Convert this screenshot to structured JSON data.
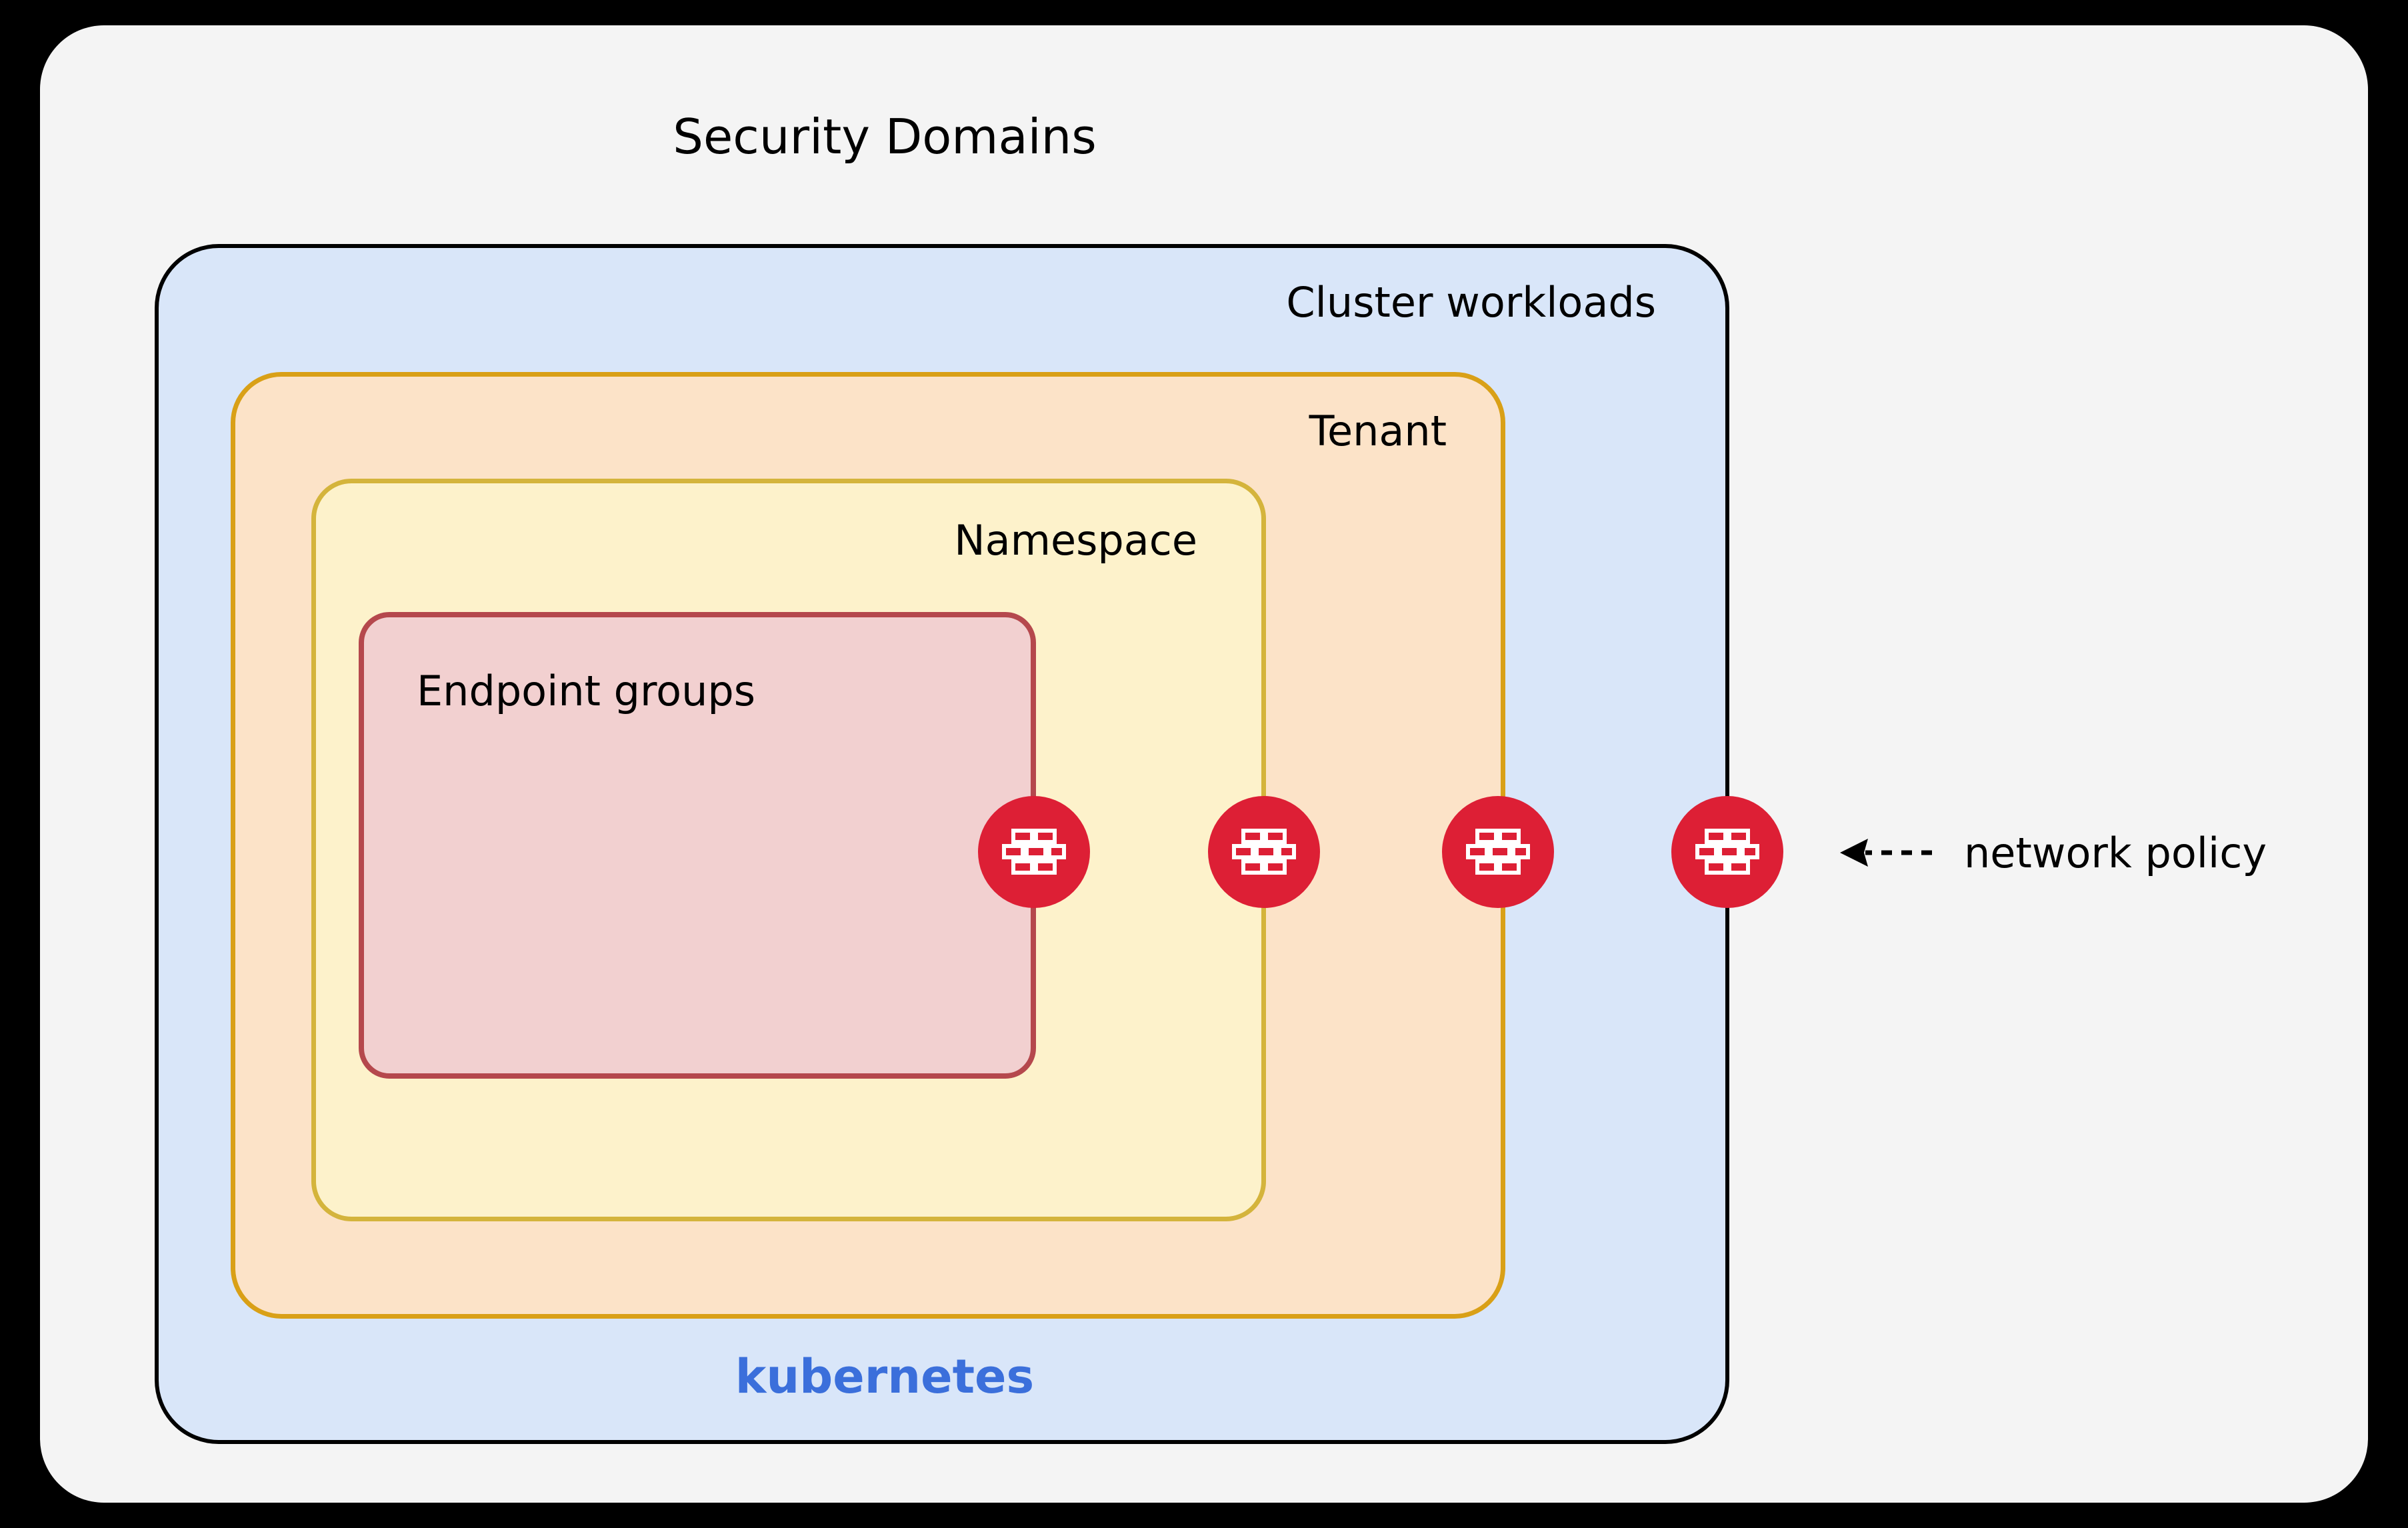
{
  "diagram": {
    "title": "Security Domains",
    "background_color": "#000000",
    "panel_color": "#f4f4f4"
  },
  "boxes": [
    {
      "key": "cluster",
      "label": "Cluster workloads",
      "fill": "#d9e6f9",
      "border": "#000000",
      "label_align": "right"
    },
    {
      "key": "tenant",
      "label": "Tenant",
      "fill": "#fce3c8",
      "border": "#d9a017",
      "label_align": "right"
    },
    {
      "key": "namespace",
      "label": "Namespace",
      "fill": "#fdf2cb",
      "border": "#d4b43c",
      "label_align": "right"
    },
    {
      "key": "endpoint",
      "label": "Endpoint groups",
      "fill": "#f2d0d0",
      "border": "#b5484d",
      "label_align": "left"
    }
  ],
  "platform": {
    "label": "kubernetes",
    "color": "#3b6fdb"
  },
  "firewall_icons": [
    {
      "name": "firewall-icon-endpoint-groups",
      "boundary": "endpoint",
      "color": "#dd1f35"
    },
    {
      "name": "firewall-icon-namespace",
      "boundary": "namespace",
      "color": "#dd1f35"
    },
    {
      "name": "firewall-icon-tenant",
      "boundary": "tenant",
      "color": "#dd1f35"
    },
    {
      "name": "firewall-icon-cluster",
      "boundary": "cluster",
      "color": "#dd1f35"
    }
  ],
  "annotation": {
    "label": "network policy",
    "arrow": "dashed-arrow-left",
    "color": "#000000"
  }
}
